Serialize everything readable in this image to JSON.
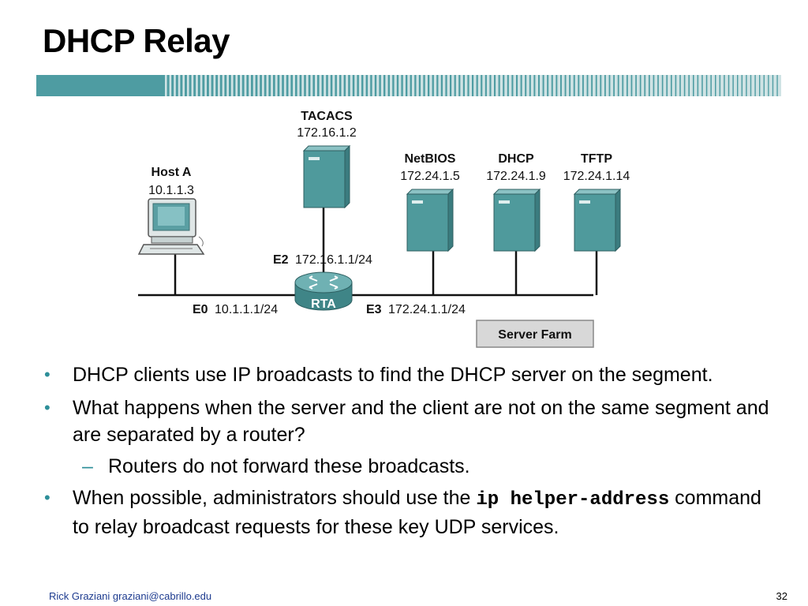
{
  "slide": {
    "title": "DHCP Relay",
    "page_number": "32",
    "footer": "Rick Graziani  graziani@cabrillo.edu"
  },
  "diagram": {
    "router": {
      "name": "RTA",
      "e2": {
        "port": "E2",
        "address": "172.16.1.1/24"
      },
      "e0": {
        "port": "E0",
        "address": "10.1.1.1/24"
      },
      "e3": {
        "port": "E3",
        "address": "172.24.1.1/24"
      }
    },
    "host": {
      "name": "Host A",
      "ip": "10.1.1.3"
    },
    "tacacs": {
      "name": "TACACS",
      "ip": "172.16.1.2"
    },
    "netbios": {
      "name": "NetBIOS",
      "ip": "172.24.1.5"
    },
    "dhcp": {
      "name": "DHCP",
      "ip": "172.24.1.9"
    },
    "tftp": {
      "name": "TFTP",
      "ip": "172.24.1.14"
    },
    "server_farm_label": "Server Farm"
  },
  "bullets": {
    "b1": "DHCP clients use IP broadcasts to find the DHCP server on the segment.",
    "b2": "What happens when the server and the client are not on the same segment and are separated by a router?",
    "b2_sub": "Routers do not forward these broadcasts.",
    "b3_pre": "When possible, administrators should use the ",
    "b3_cmd": "ip helper-address",
    "b3_post": " command to relay broadcast requests for these key UDP services."
  },
  "colors": {
    "accent": "#2e8f99",
    "server": "#4f9a9c",
    "footer_text": "#1d3b8f"
  },
  "icons": {
    "bullet": "•",
    "sub_bullet": "–"
  }
}
